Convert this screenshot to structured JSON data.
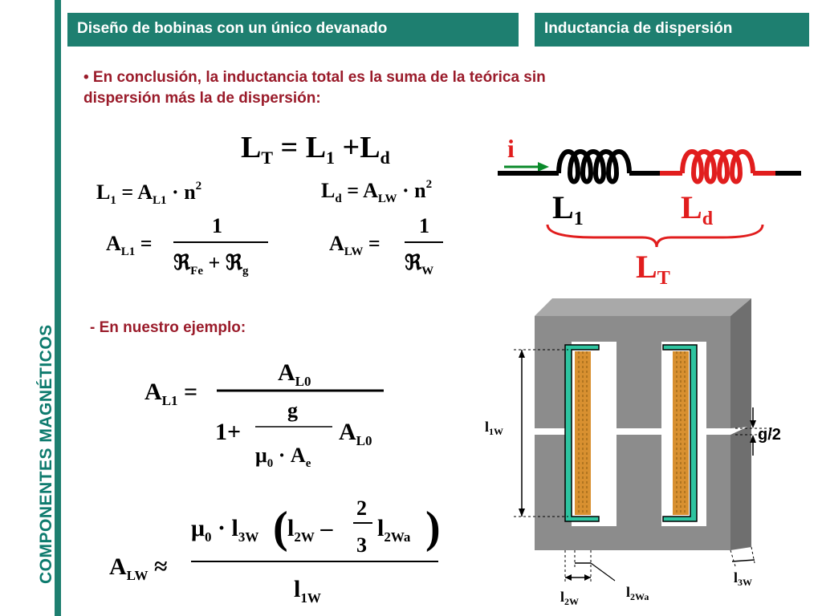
{
  "header": {
    "left_title": "Diseño de bobinas con un único devanado",
    "right_title": "Inductancia de dispersión"
  },
  "sidebar": {
    "vertical_title": "COMPONENTES MAGNÉTICOS"
  },
  "content": {
    "bullet_text": "• En conclusión, la inductancia total es la suma de la teórica sin dispersión más la de dispersión:",
    "example_label": "- En nuestro ejemplo:"
  },
  "colors": {
    "accent": "#1e7f70",
    "text_red": "#9a1b2a",
    "inductor_red": "#e11d1d",
    "core_gray": "#8c8c8c"
  },
  "circuit": {
    "current_label": "i",
    "label_l1": "L",
    "label_l1_sub": "1",
    "label_ld": "L",
    "label_ld_sub": "d",
    "label_lt": "L",
    "label_lt_sub": "T"
  },
  "core_diagram": {
    "gap_label": "g/2",
    "window_height_label": "l",
    "window_height_sub": "1W",
    "window_width_label": "l",
    "window_width_sub": "2W",
    "winding_width_label": "l",
    "winding_width_sub": "2Wa",
    "leg_label": "l",
    "leg_sub": "3W"
  }
}
